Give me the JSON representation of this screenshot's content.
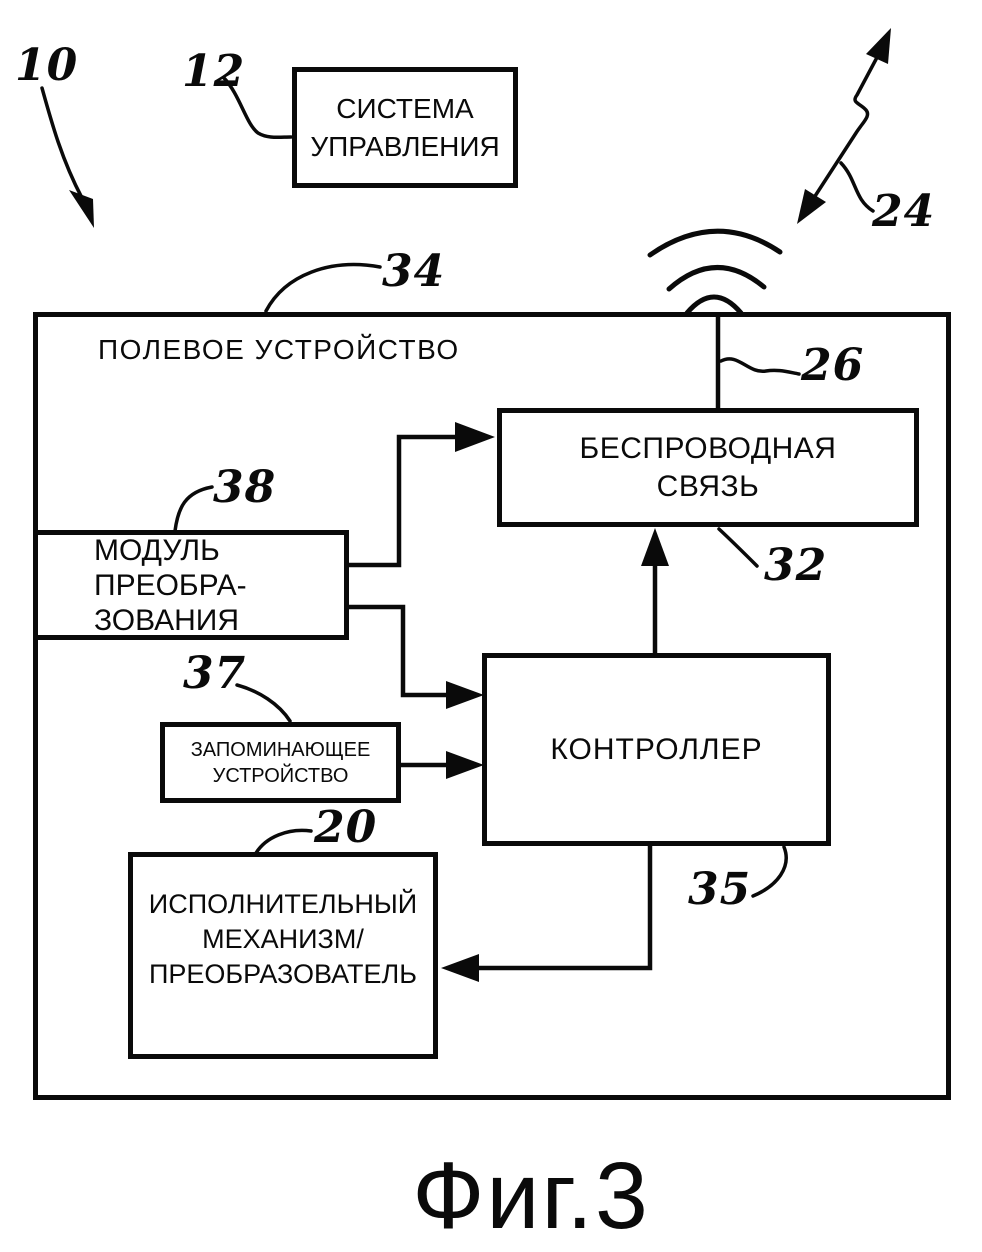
{
  "figure": {
    "caption": "Фиг.3"
  },
  "boxes": {
    "control_system": "СИСТЕМА\nУПРАВЛЕНИЯ",
    "field_device": "ПОЛЕВОЕ УСТРОЙСТВО",
    "wireless": "БЕСПРОВОДНАЯ\nСВЯЗЬ",
    "conversion_module": "МОДУЛЬ\nПРЕОБРА-\nЗОВАНИЯ",
    "memory": "ЗАПОМИНАЮЩЕЕ\nУСТРОЙСТВО",
    "controller": "КОНТРОЛЛЕР",
    "actuator": "ИСПОЛНИТЕЛЬНЫЙ\nМЕХАНИЗМ/\nПРЕОБРАЗОВАТЕЛЬ"
  },
  "refs": {
    "system": "10",
    "control_system": "12",
    "actuator": "20",
    "wireless_link": "24",
    "antenna": "26",
    "wireless": "32",
    "field_device": "34",
    "controller": "35",
    "memory": "37",
    "conversion_module": "38"
  },
  "colors": {
    "ink": "#0a0a0a",
    "paper": "#ffffff"
  }
}
